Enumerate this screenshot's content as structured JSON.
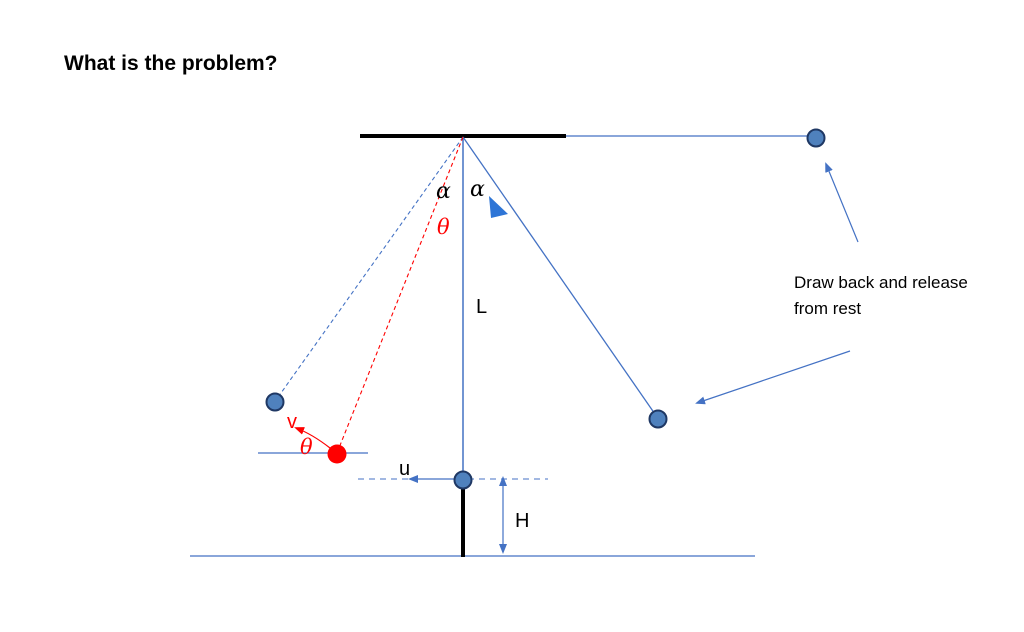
{
  "title": "What is the problem?",
  "annotation": {
    "line1": "Draw back and release",
    "line2": "from rest"
  },
  "labels": {
    "length": "L",
    "height": "H",
    "velocity_v": "v",
    "velocity_u": "u",
    "angle_alpha": "α",
    "angle_theta": "θ"
  },
  "colors": {
    "line_blue": "#4472C4",
    "ball_fill": "#4F81BD",
    "ball_stroke": "#1F3864",
    "highlight_red": "#FF0000",
    "support_black": "#000000",
    "cursor_blue": "#2E75D6"
  }
}
